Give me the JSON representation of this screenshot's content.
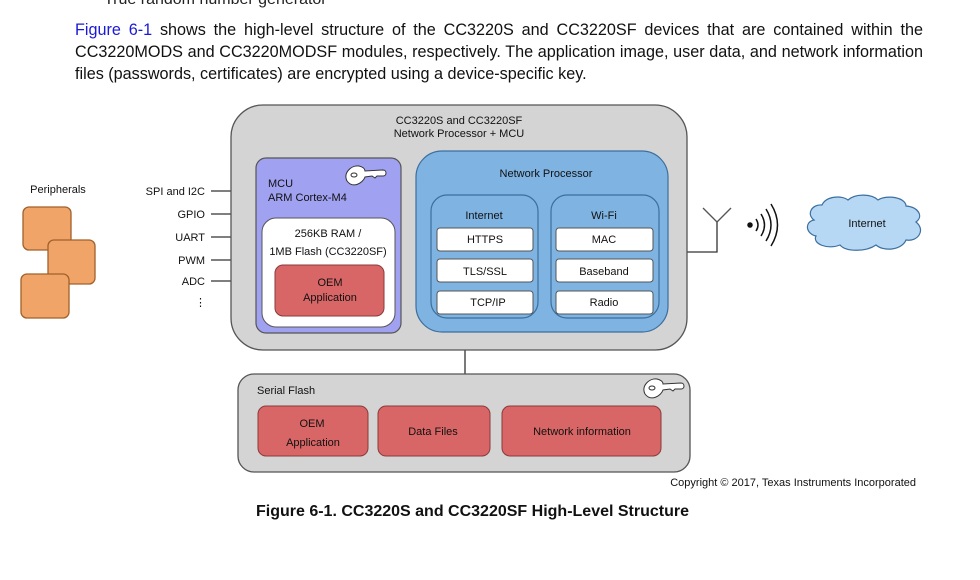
{
  "document": {
    "cut_line": "True random number generator",
    "paragraph": {
      "link": "Figure 6-1",
      "text": " shows the high-level structure of the CC3220S and CC3220SF devices that are contained within the CC3220MODS and CC3220MODSF modules, respectively. The application image, user data, and network information files (passwords, certificates) are encrypted using a device-specific key."
    },
    "caption": "Figure 6-1. CC3220S and CC3220SF High-Level Structure",
    "copyright": "Copyright © 2017, Texas Instruments Incorporated"
  },
  "diagram": {
    "device_title_1": "CC3220S and CC3220SF",
    "device_title_2": "Network Processor + MCU",
    "peripherals_label": "Peripherals",
    "interfaces": [
      "SPI and I2C",
      "GPIO",
      "UART",
      "PWM",
      "ADC",
      "⋮"
    ],
    "mcu": {
      "title_1": "MCU",
      "title_2": "ARM Cortex-M4",
      "mem_1": "256KB RAM /",
      "mem_2": "1MB Flash (CC3220SF)",
      "app_1": "OEM",
      "app_2": "Application"
    },
    "network_processor": {
      "title": "Network Processor",
      "internet": {
        "title": "Internet",
        "items": [
          "HTTPS",
          "TLS/SSL",
          "TCP/IP"
        ]
      },
      "wifi": {
        "title": "Wi-Fi",
        "items": [
          "MAC",
          "Baseband",
          "Radio"
        ]
      }
    },
    "cloud_label": "Internet",
    "serial_flash": {
      "title": "Serial Flash",
      "app_1": "OEM",
      "app_2": "Application",
      "data_files": "Data Files",
      "network_info": "Network information"
    },
    "colors": {
      "gray": "#d4d4d4",
      "mcu": "#a1a1f2",
      "network": "#7eb3e2",
      "red": "#d96666",
      "orange": "#f0a468",
      "cloud": "#b7d8f5"
    }
  }
}
